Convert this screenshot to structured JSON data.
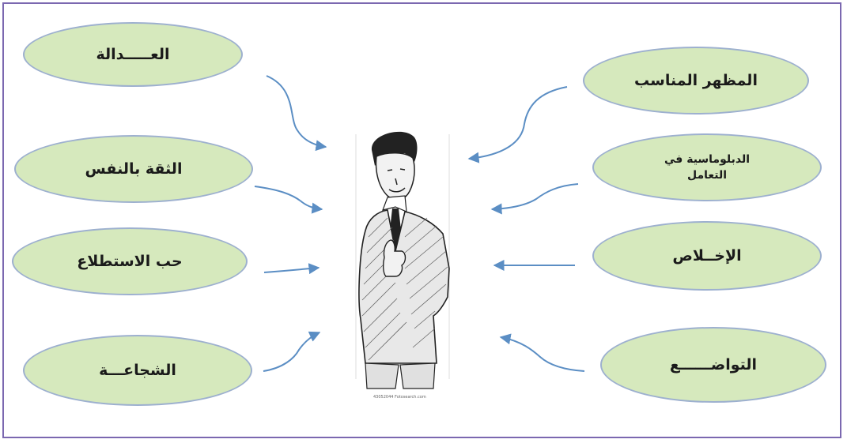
{
  "diagram": {
    "left_traits": [
      {
        "label": "العـــــدالة"
      },
      {
        "label": "الثقة بالنفس"
      },
      {
        "label": "حب الاستطلاع"
      },
      {
        "label": "الشجاعـــة"
      }
    ],
    "right_traits": [
      {
        "label": "المظهر المناسب"
      },
      {
        "label": "الدبلوماسية في التعامل"
      },
      {
        "label": "الإخــلاص"
      },
      {
        "label": "التواضــــــع"
      }
    ],
    "center_image": {
      "caption": "43052044 Fotosearch.com"
    }
  },
  "colors": {
    "oval_fill": "#d6e9bd",
    "oval_border": "#9db0cf",
    "arrow": "#5b8ec4",
    "frame": "#7b68b0"
  }
}
